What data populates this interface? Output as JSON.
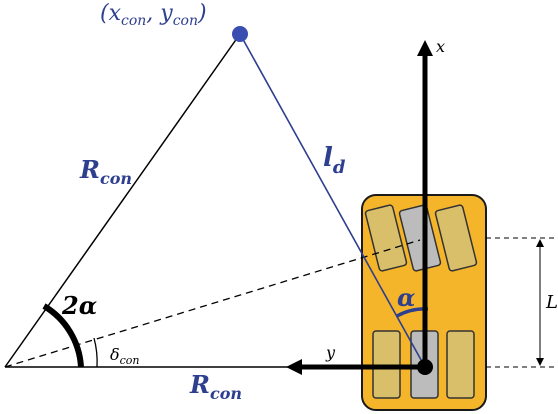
{
  "colors": {
    "vehicle_body": "#f5b52a",
    "vehicle_outline": "#1a1a1a",
    "side_wheel": "#d9bf6a",
    "center_wheel": "#bcbcbc",
    "lookahead_line": "#2e3f8f",
    "target_point": "#3a4db0",
    "label_blue": "#2e3f8f",
    "black": "#000000"
  },
  "labels": {
    "target_point": "(x_con, y_con)",
    "target_x": "(x",
    "target_x_sub": "con",
    "target_comma": ", y",
    "target_y_sub": "con",
    "target_close": ")",
    "r_con_left": "R",
    "r_con_left_sub": "con",
    "r_con_bottom": "R",
    "r_con_bottom_sub": "con",
    "lookahead": "l",
    "lookahead_sub": "d",
    "two_alpha": "2α",
    "alpha": "α",
    "delta": "δ",
    "delta_sub": "con",
    "axis_x": "x",
    "axis_y": "y",
    "wheelbase": "L"
  }
}
